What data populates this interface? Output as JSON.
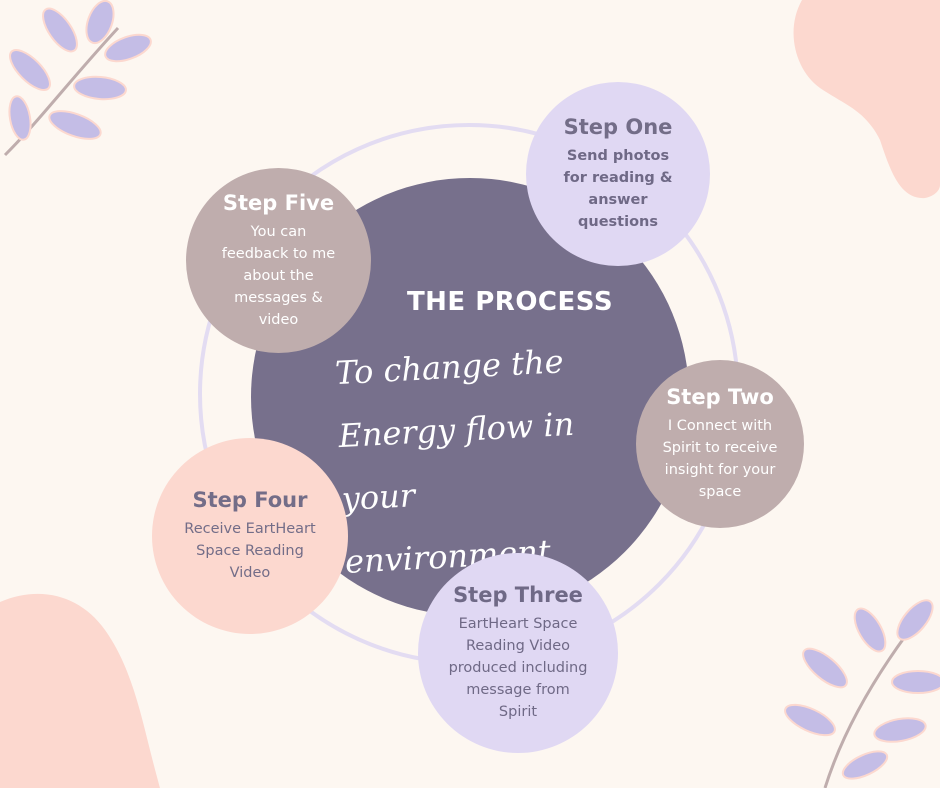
{
  "colors": {
    "background": "#fdf7f1",
    "center_circle": "#77708c",
    "ring": "#e3dcf2",
    "lavender": "#e0d8f3",
    "taupe": "#bfadad",
    "peach": "#fcd8cf",
    "leaf": "#c4bde6"
  },
  "center": {
    "title": "THE PROCESS",
    "script_lines": [
      "To change the",
      "Energy flow in",
      "your environment"
    ]
  },
  "steps": [
    {
      "title": "Step One",
      "description": "Send photos\nfor reading &\nanswer\nquestions"
    },
    {
      "title": "Step Two",
      "description": "I Connect with\nSpirit to receive\ninsight for your\nspace"
    },
    {
      "title": "Step Three",
      "description": "EartHeart Space\nReading Video\nproduced including\nmessage from\nSpirit"
    },
    {
      "title": "Step Four",
      "description": "Receive EartHeart\nSpace Reading\nVideo"
    },
    {
      "title": "Step Five",
      "description": "You can\nfeedback to me\nabout the\nmessages &\nvideo"
    }
  ]
}
